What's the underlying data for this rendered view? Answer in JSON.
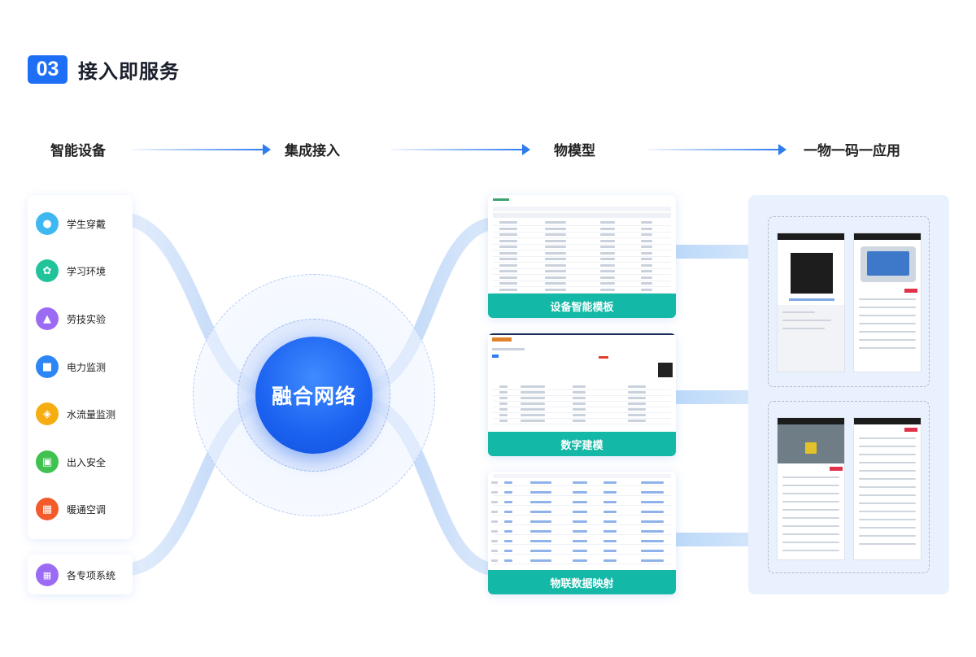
{
  "header": {
    "number": "03",
    "title": "接入即服务"
  },
  "steps": [
    "智能设备",
    "集成接入",
    "物模型",
    "一物一码一应用"
  ],
  "devices": [
    {
      "label": "学生穿戴",
      "icon": "wearable-icon",
      "color": "#3fb8f2"
    },
    {
      "label": "学习环境",
      "icon": "leaf-icon",
      "color": "#21c49a"
    },
    {
      "label": "劳技实验",
      "icon": "flask-icon",
      "color": "#9b6cf3"
    },
    {
      "label": "电力监测",
      "icon": "power-meter-icon",
      "color": "#2d86f3"
    },
    {
      "label": "水流量监测",
      "icon": "water-flow-icon",
      "color": "#f6ad12"
    },
    {
      "label": "出入安全",
      "icon": "door-access-icon",
      "color": "#3fc24f"
    },
    {
      "label": "暖通空调",
      "icon": "hvac-icon",
      "color": "#f35b2a"
    }
  ],
  "other_device": {
    "label": "各专项系统",
    "icon": "grid-apps-icon",
    "color": "#9b6cf3"
  },
  "hub": {
    "label": "融合网络"
  },
  "cards": [
    {
      "label": "设备智能模板"
    },
    {
      "label": "数字建模"
    },
    {
      "label": "物联数据映射"
    }
  ],
  "colors": {
    "accent": "#1e6ff5",
    "teal": "#13b8a6",
    "panel_bg": "#e8f1fd"
  }
}
